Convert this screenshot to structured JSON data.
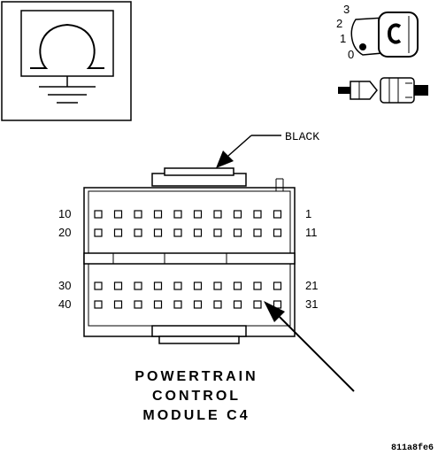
{
  "connector": {
    "color_label": "BLACK",
    "name_lines": [
      "POWERTRAIN",
      "CONTROL",
      "MODULE C4"
    ],
    "pin_labels": {
      "row1_left": "10",
      "row1_right": "1",
      "row2_left": "20",
      "row2_right": "11",
      "row3_left": "30",
      "row3_right": "21",
      "row4_left": "40",
      "row4_right": "31"
    }
  },
  "ignition_key": {
    "positions": [
      "3",
      "2",
      "1",
      "0"
    ]
  },
  "symbol": {
    "name": "ohmmeter-ground-symbol"
  },
  "figure_ref": "811a8fe6"
}
